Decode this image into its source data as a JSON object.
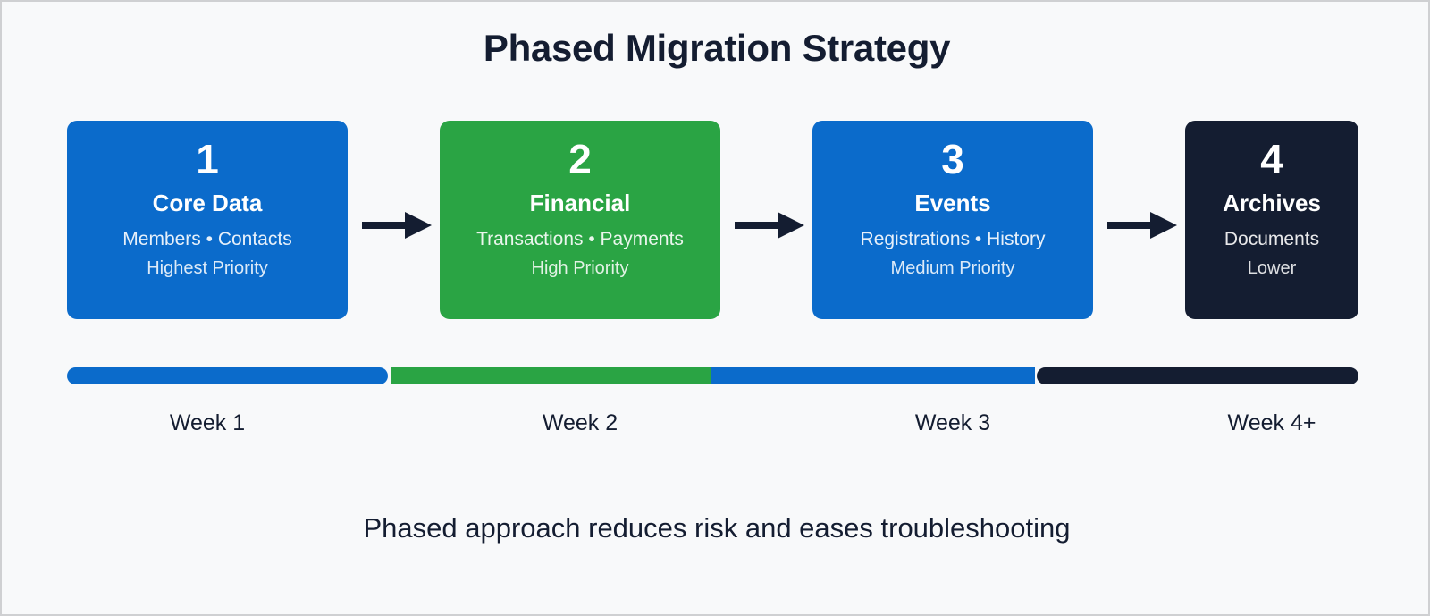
{
  "title": "Phased Migration Strategy",
  "footer_note": "Phased approach reduces risk and eases troubleshooting",
  "colors": {
    "page_background": "#f8f9fa",
    "page_border": "#cfd0d2",
    "blue": "#0b6bcb",
    "green": "#2aa444",
    "dark": "#141d31",
    "text_dark": "#141d31",
    "card_text": "#ffffff"
  },
  "arrow_icon": "arrow-right-icon",
  "phases": [
    {
      "number": "1",
      "name": "Core Data",
      "items": "Members • Contacts",
      "priority": "Highest Priority",
      "color": "#0b6bcb",
      "week": "Week 1"
    },
    {
      "number": "2",
      "name": "Financial",
      "items": "Transactions • Payments",
      "priority": "High Priority",
      "color": "#2aa444",
      "week": "Week 2"
    },
    {
      "number": "3",
      "name": "Events",
      "items": "Registrations • History",
      "priority": "Medium Priority",
      "color": "#0b6bcb",
      "week": "Week 3"
    },
    {
      "number": "4",
      "name": "Archives",
      "items": "Documents",
      "priority": "Lower",
      "color": "#141d31",
      "week": "Week 4+"
    }
  ],
  "timeline": {
    "segments": [
      {
        "label": "Week 1",
        "color": "#0b6bcb"
      },
      {
        "label": "Week 2",
        "color": "#2aa444"
      },
      {
        "label": "Week 3",
        "color": "#0b6bcb"
      },
      {
        "label": "Week 4+",
        "color": "#141d31"
      }
    ]
  }
}
